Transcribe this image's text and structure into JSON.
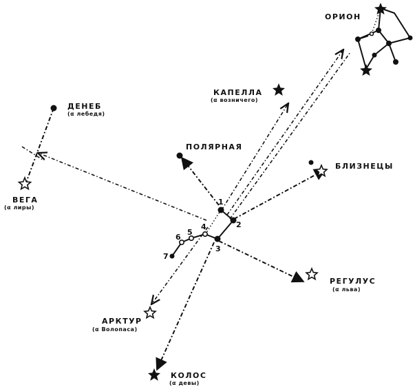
{
  "labels": {
    "orion": "ОРИОН",
    "capella": "КАПЕЛЛА",
    "capella_sub": "(α возничего)",
    "deneb": "ДЕНЕБ",
    "deneb_sub": "(α лебедя)",
    "vega": "ВЕГА",
    "vega_sub": "(α лиры)",
    "polaris": "ПОЛЯРНАЯ",
    "gemini": "БЛИЗНЕЦЫ",
    "regulus": "РЕГУЛУС",
    "regulus_sub": "(α льва)",
    "arcturus": "АРКТУР",
    "arcturus_sub": "(α Волопаса)",
    "spica": "КОЛОС",
    "spica_sub": "(α девы)"
  },
  "numbers": [
    "1",
    "2",
    "3",
    "4",
    "5",
    "6",
    "7"
  ],
  "colors": {
    "ink": "#111111",
    "paper": "#ffffff"
  }
}
